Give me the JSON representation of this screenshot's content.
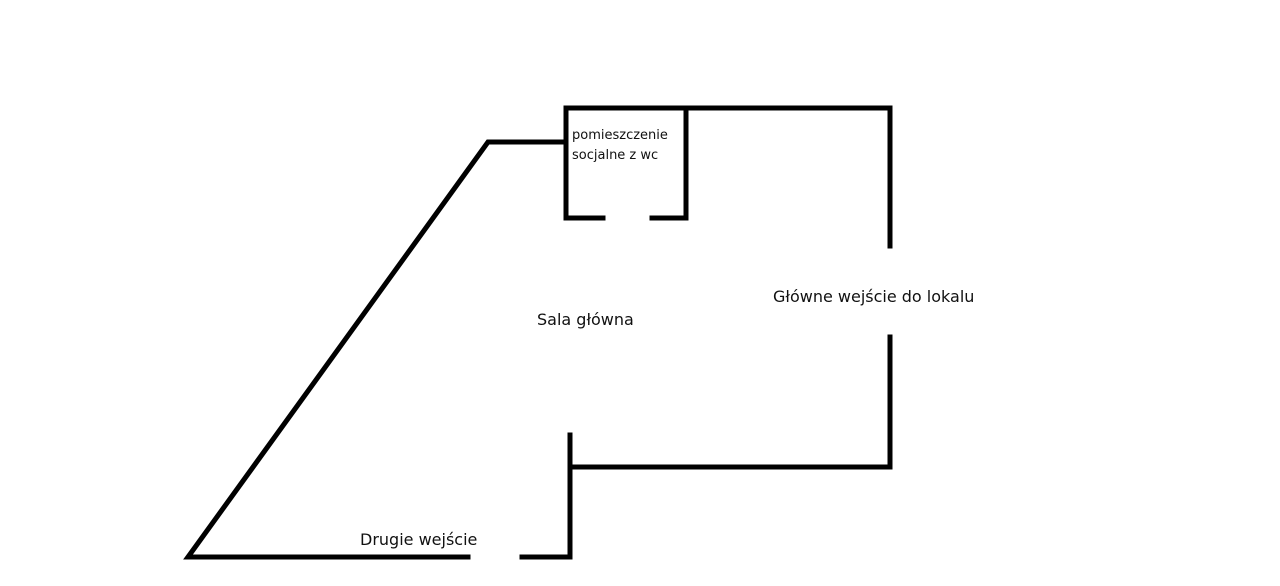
{
  "labels": {
    "social_room_line1": "pomieszczenie",
    "social_room_line2": "socjalne z wc",
    "main_hall": "Sala główna",
    "main_entrance": "Główne wejście do lokalu",
    "second_entrance": "Drugie wejście"
  },
  "colors": {
    "wall": "#000000",
    "background": "#ffffff"
  }
}
